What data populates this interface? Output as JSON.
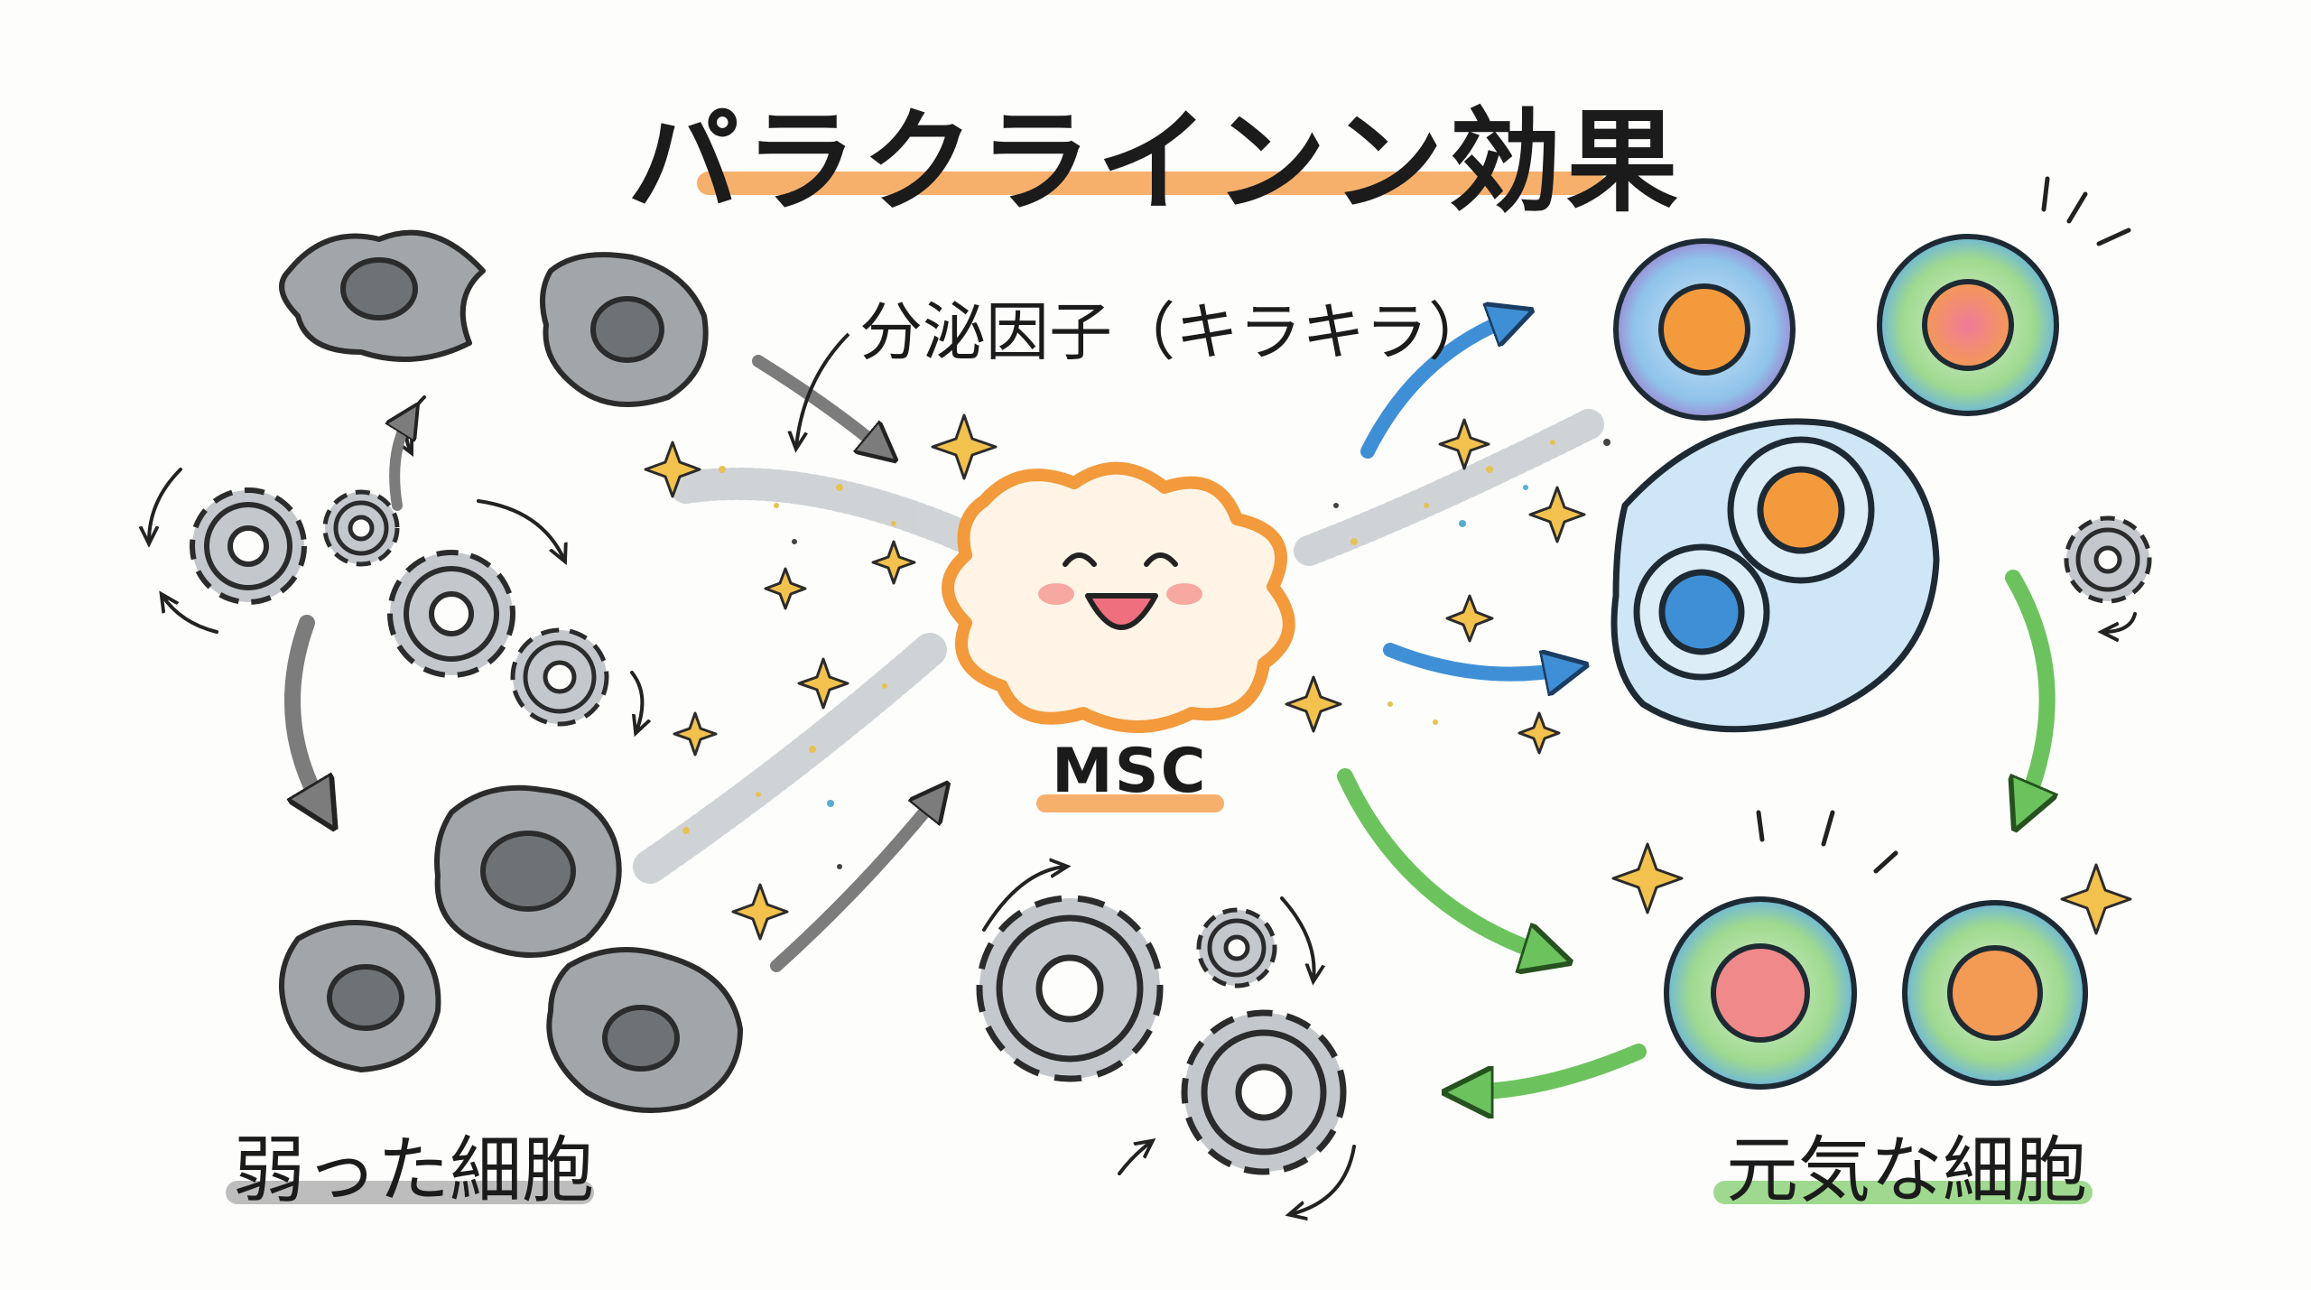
{
  "title": "パラクラインン効果",
  "labels": {
    "secreted_factors": "分泌因子（キラキラ）",
    "msc": "MSC",
    "weak_cells": "弱った細胞",
    "healthy_cells": "元気な細胞"
  },
  "colors": {
    "title_underline": "#f6b06c",
    "msc_underline": "#f6b06c",
    "weak_underline": "#bdbdbd",
    "healthy_underline": "#9fd98f",
    "msc_body": "#f29a3c",
    "weak_cell_fill": "#a3a6a8",
    "gear_fill": "#c4c8cc",
    "blue_arrow": "#3f8fd6",
    "green_arrow": "#6cc35e",
    "gray_arrow": "#8a8a8a",
    "sparkle": "#f2c14e"
  }
}
